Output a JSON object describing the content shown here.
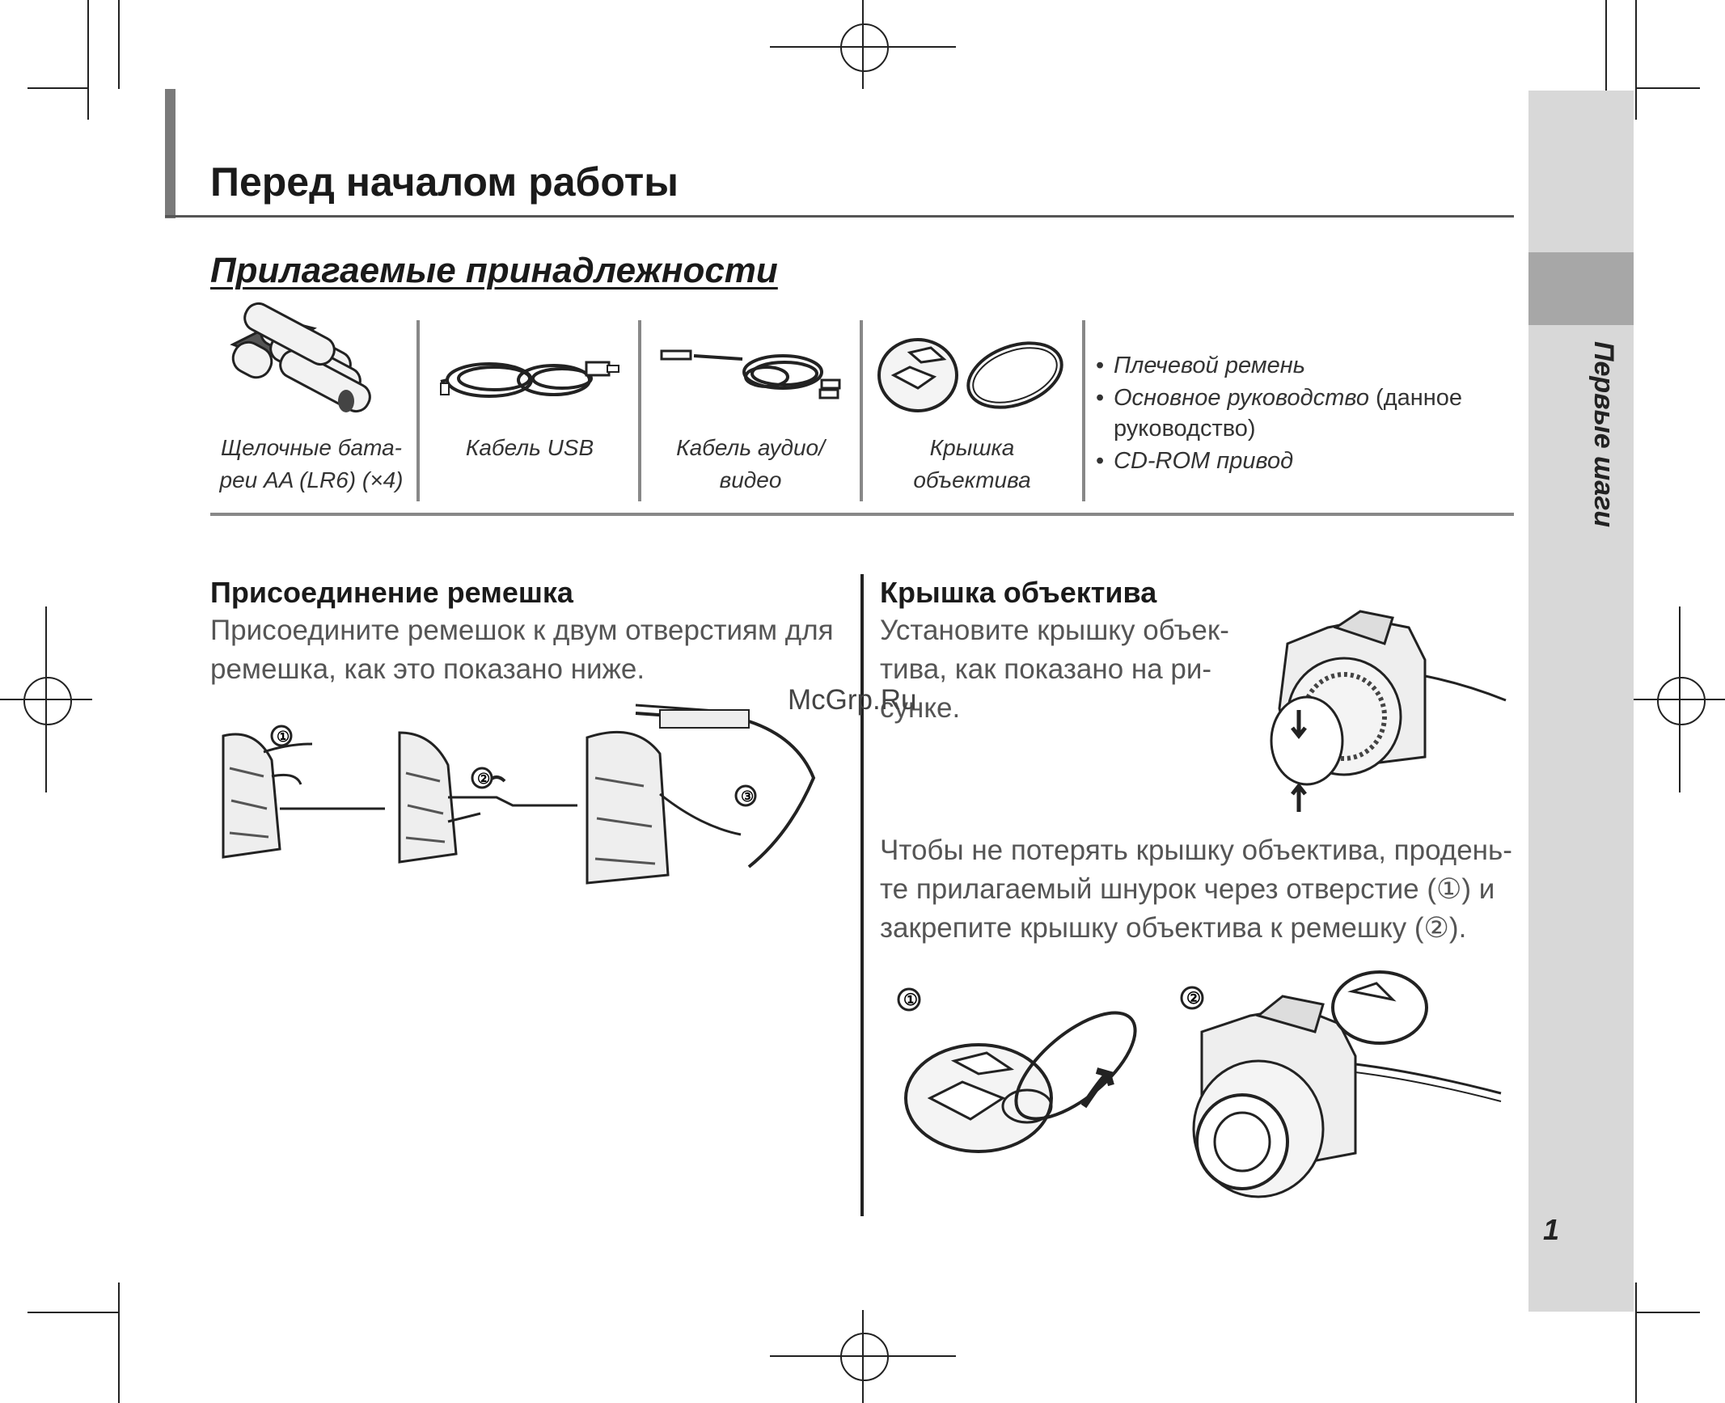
{
  "side_tab": {
    "label": "Первые шаги"
  },
  "page_number": "1",
  "page_title": "Перед началом работы",
  "section_heading": "Прилагаемые принадлежности",
  "accessories": [
    {
      "caption_lines": [
        "Щелочные бата-",
        "реи AA (LR6) (×4)"
      ],
      "icon": "batteries-icon"
    },
    {
      "caption_lines": [
        "Кабель USB"
      ],
      "icon": "usb-cable-icon"
    },
    {
      "caption_lines": [
        "Кабель аудио/",
        "видео"
      ],
      "icon": "av-cable-icon"
    },
    {
      "caption_lines": [
        "Крышка",
        "объектива"
      ],
      "icon": "lens-cap-icon"
    }
  ],
  "other_items": [
    {
      "italic": "Плечевой ремень",
      "normal": ""
    },
    {
      "italic": "Основное руководство",
      "normal": " (данное"
    },
    {
      "italic": "",
      "normal": "руководство)"
    },
    {
      "italic": "CD-ROM привод",
      "normal": ""
    }
  ],
  "strap": {
    "heading": "Присоединение ремешка",
    "text_lines": [
      "Присоедините ремешок к двум отверстиям для",
      "ремешка, как это показано ниже."
    ],
    "steps": [
      "①",
      "②",
      "③"
    ]
  },
  "lens_cap": {
    "heading": "Крышка объектива",
    "intro_lines": [
      "Установите крышку объек-",
      "тива, как показано на ри-",
      "сунке."
    ],
    "detail_lines": [
      "Чтобы не потерять крышку объектива, продень-",
      "те прилагаемый шнурок через отверстие (①) и",
      "закрепите крышку объектива к ремешку (②)."
    ],
    "steps": [
      "①",
      "②"
    ]
  },
  "watermark": "McGrp.Ru"
}
